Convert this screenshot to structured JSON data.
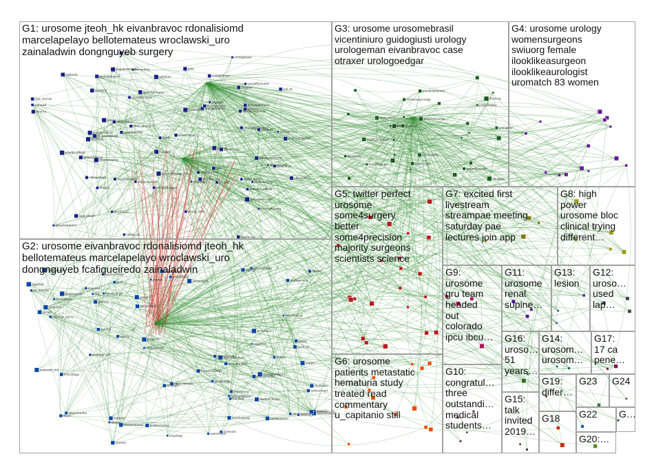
{
  "groups": [
    {
      "id": "G1",
      "label": "G1: urosome jteoh_hk eivanbravoc rdonalisiomd\nmarcelapelayo bellotemateus wroclawski_uro\nzainaladwin dongnguyeb surgery",
      "color": "#1a237e"
    },
    {
      "id": "G2",
      "label": "G2: urosome eivanbravoc rdonalisiomd jteoh_hk\nbellotemateus marcelapelayo wroclawski_uro\ndongnguyeb fcafigueiredo zainaladwin",
      "color": "#0d47a1"
    },
    {
      "id": "G3",
      "label": "G3: urosome urosomebrasil\nvicentiniuro guidogiusti urology\nurologeman eivanbravoc case\notraxer urologoedgar",
      "color": "#1b5e20"
    },
    {
      "id": "G4",
      "label": "G4: urosome urology\nwomensurgeons\nswiuorg female\nilooklikeasurgeon\nilooklikeaurologist\nuromatch 83 women",
      "color": "#6a1b9a"
    },
    {
      "id": "G5",
      "label": "G5: twitter perfect\nurosome\nsome4surgery\nbetter\nsome4precision\nmajority surgeons\nscientists science",
      "color": "#b71c1c"
    },
    {
      "id": "G6",
      "label": "G6: urosome\npatients metastatic\nhematuria study\ntreated read\ncommentary\nu_capitanio still",
      "color": "#e65100"
    },
    {
      "id": "G7",
      "label": "G7: excited first\nlivestream\nstreampae meeting\nsaturday pae\nlectures join app",
      "color": "#827717"
    },
    {
      "id": "G8",
      "label": "G8: high\npower\nurosome bloc\nclinical trying\ndifferent…",
      "color": "#9e9d24"
    },
    {
      "id": "G9",
      "label": "G9:\nurosome\ngru team\nheaded\nout\ncolorado\nipcu ibcu…",
      "color": "#ad1457"
    },
    {
      "id": "G10",
      "label": "G10:\ncongratul…\nthree\noutstandi…\nmedical\nstudents…",
      "color": "#5d4037"
    },
    {
      "id": "G11",
      "label": "G11:\nurosome\nrenal\nsupine…",
      "color": "#4a148c"
    },
    {
      "id": "G12",
      "label": "G12:\nuroso…\nused\nlap…",
      "color": "#37474f"
    },
    {
      "id": "G13",
      "label": "G13:\nlesion",
      "color": "#283593"
    },
    {
      "id": "G14",
      "label": "G14:\nurosom…\nurosom…",
      "color": "#00695c"
    },
    {
      "id": "G15",
      "label": "G15:\ntalk\ninvited\n2019…",
      "color": "#3e2723"
    },
    {
      "id": "G16",
      "label": "G16:\nuroso…\n51\nyears…",
      "color": "#33691e"
    },
    {
      "id": "G17",
      "label": "G17:\n17 ca\npene…",
      "color": "#880e4f"
    },
    {
      "id": "G18",
      "label": "G18",
      "color": "#bf360c"
    },
    {
      "id": "G19",
      "label": "G19:\ndiffer…",
      "color": "#4e342e"
    },
    {
      "id": "G20",
      "label": "G20:…",
      "color": "#558b2f"
    },
    {
      "id": "G21",
      "label": "G…",
      "color": "#263238"
    },
    {
      "id": "G22",
      "label": "G22",
      "color": "#1565c0"
    },
    {
      "id": "G23",
      "label": "G23",
      "color": "#2e7d32"
    },
    {
      "id": "G24",
      "label": "G24",
      "color": "#6d4c41"
    }
  ],
  "node_labels": [
    "urologymemes",
    "vanaspdorn",
    "ogla_umesh",
    "urologist_official",
    "dmajbar",
    "urosome",
    "methodtcastro",
    "monicamorgan",
    "urolog",
    "comergo",
    "nurhaffahmalek",
    "mbapitatussi",
    "endourologyrod",
    "urologenistory",
    "uroboss",
    "anobelodiaho",
    "gdoc",
    "urobonusmuch",
    "hilde_amunario",
    "urologychcar",
    "jerylobahermd",
    "cahayab",
    "dedengmurphy",
    "mazzudi",
    "prokariuri",
    "survivorship",
    "marcvanguer",
    "lydi_dc",
    "otrowen_md",
    "urology_mla",
    "daniel_barrie",
    "baunnurse",
    "gmacscotland",
    "kidneycancerinfo",
    "amcollsurgeons",
    "dr_kevinmoron",
    "jmi_maceu",
    "urologogistbrgery",
    "mnichy",
    "chriscowan_md",
    "young_endo",
    "ryan_hernan",
    "jbradley_uro",
    "eduardomazzucchi",
    "urologydrsan",
    "villequebeck",
    "maminurology",
    "prostatecancer",
    "eriedbanddata",
    "uroweb",
    "fabridolagnmore",
    "urosome",
    "gibbon_cl",
    "bemardino",
    "caiibrinb",
    "nirvadil",
    "multitude",
    "brandcomsmith",
    "nishan_ric",
    "drpaulalzaraz",
    "nirajsuj",
    "dahaoguemurie",
    "bandit_uro",
    "daggapt",
    "urologiakaan",
    "nbb9",
    "grm",
    "cambemoiroz",
    "crvilhamil",
    "jazzyrehsh",
    "drevanoebat",
    "bsaporte",
    "otraxer",
    "cangeni",
    "urosteo",
    "mwjs11",
    "marksolo",
    "rxaloxanutter",
    "acheinrarto",
    "ugidiga",
    "lrstorrell",
    "maspc",
    "mayrana",
    "courtneykrovem",
    "kiaranlathlean",
    "tomvanghuseri",
    "kalebparpour",
    "dsg",
    "ilanmol",
    "addie91615",
    "wakehealth",
    "aucagi",
    "ribes_reforms",
    "dsuro",
    "shukikulabs",
    "oncurology",
    "zugaslesl",
    "urosomebrasil",
    "gspacio",
    "jcazac",
    "radiouroupd",
    "urosome_bloc",
    "fraimbot",
    "paedeurology",
    "gruuro",
    "iopenlab",
    "chrisharding123",
    "mudher_hasan",
    "chulkalun",
    "dagyamartha",
    "marcelapelayo",
    "eivanbravoc",
    "dongnguyeb",
    "rdonalisiomd",
    "jteoh_hk",
    "wroclawski_uro",
    "zainaladwin",
    "fcafigueiredo",
    "bellotemateus",
    "flynne_angg",
    "francisco70581",
    "ndenicol_nancy",
    "mcmlalleno",
    "bjovaz",
    "uropitego",
    "kedivehme",
    "jm_mitchell",
    "amarkvernoy",
    "oncology_uro",
    "patyecorrhaq",
    "wklsky",
    "ihfbrito",
    "poplolamera",
    "drsandyj",
    "sergiuddr",
    "wrfoshaurin",
    "jtoeh_jl",
    "naturerevurol",
    "bluapper",
    "pedaneto_md",
    "tawarifibnurian",
    "prorwhizmoreiro",
    "adharmahmed",
    "drolimmanorpa",
    "urologiabr",
    "cookurcook",
    "dbugone",
    "nnizat_mahmud",
    "glascyun",
    "jnkillebrabos",
    "amazingangel",
    "ysusdisho",
    "ifraincrg",
    "mlotesoegrinorga",
    "marc_smith",
    "saehirakimi"
  ]
}
